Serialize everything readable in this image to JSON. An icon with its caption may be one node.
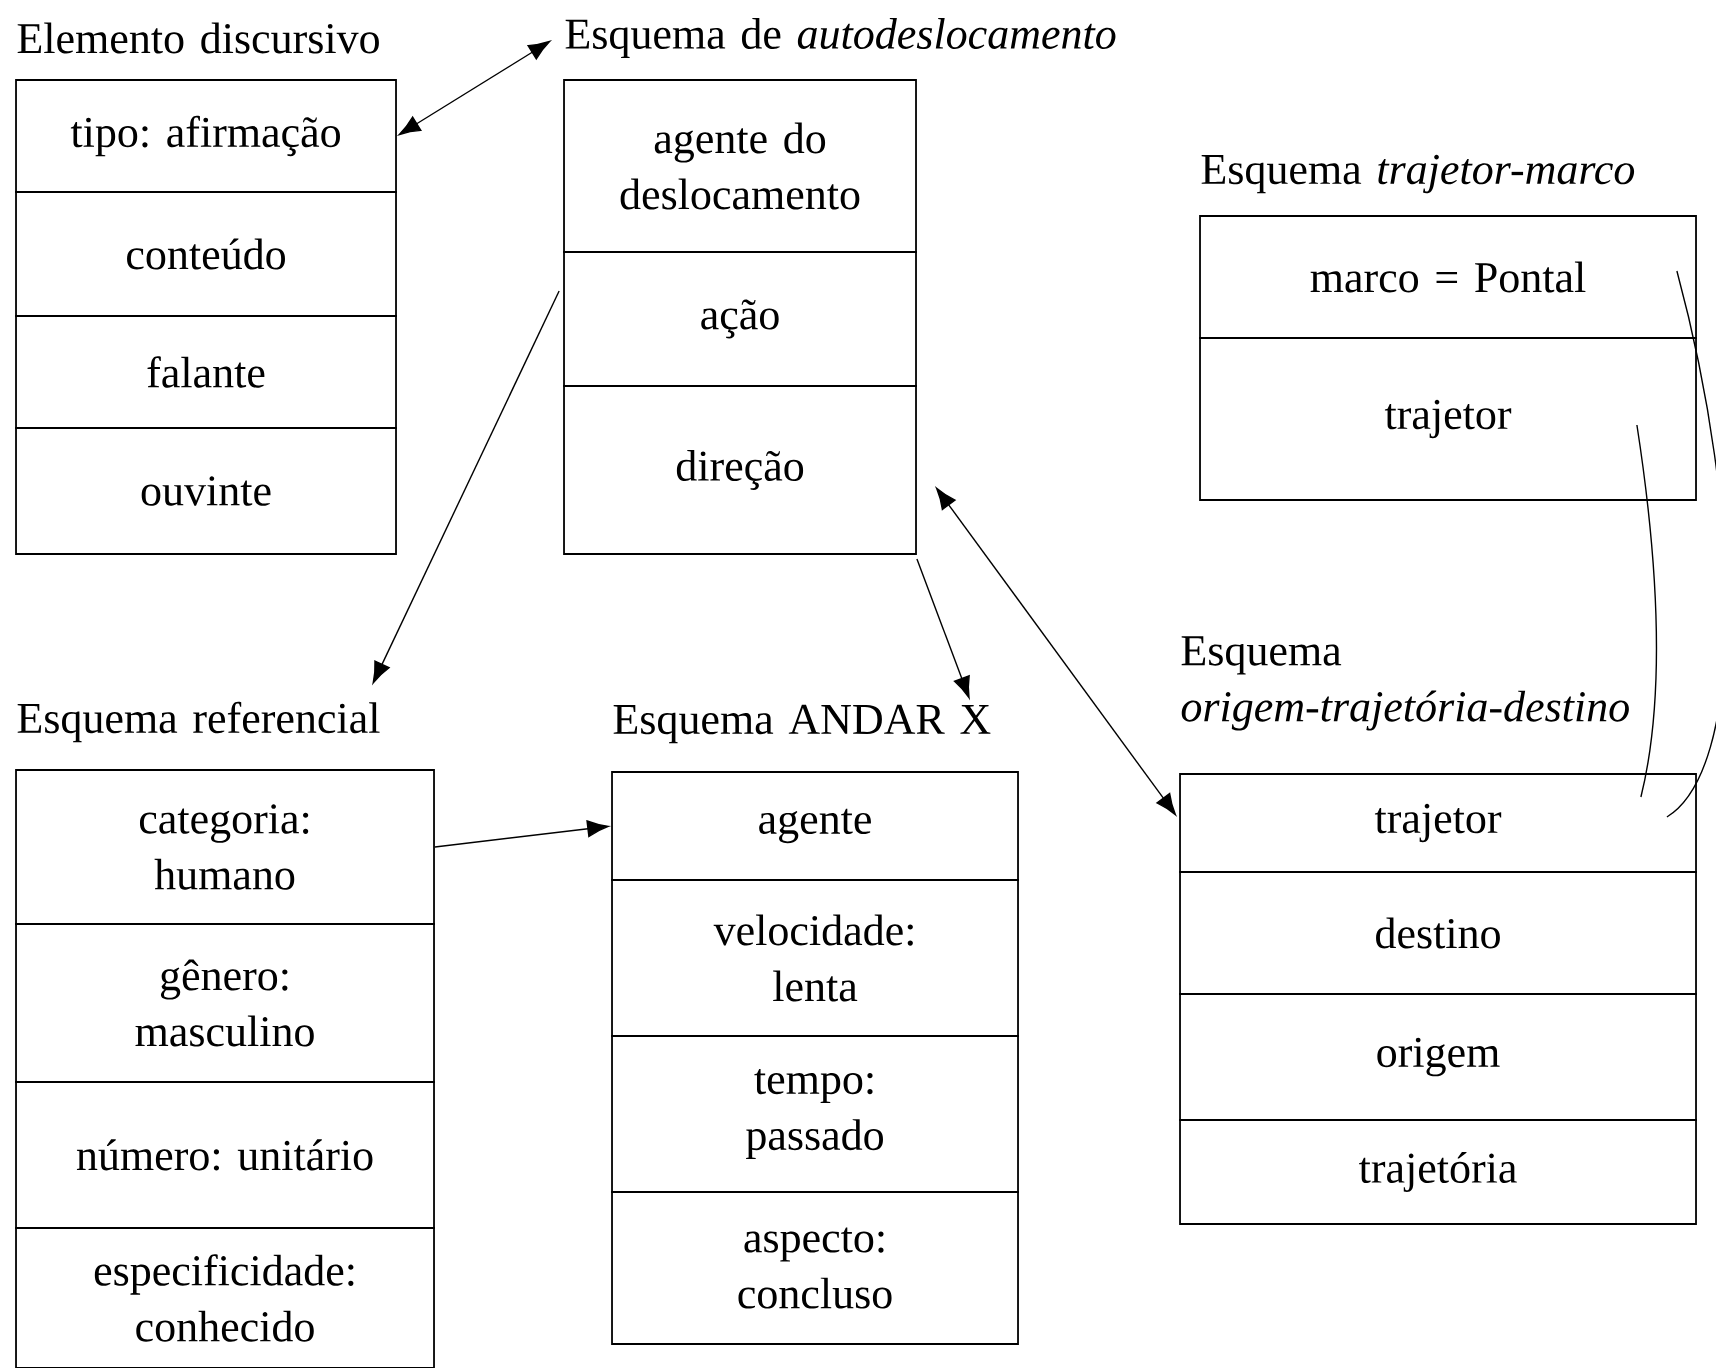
{
  "diagram": {
    "nodes": [
      {
        "text": [
          "Elemento discursivo"
        ]
      },
      {
        "text": [
          "tipo: afirmação"
        ],
        "in": 0
      },
      {
        "text": [
          "conteúdo"
        ],
        "in": 0
      },
      {
        "text": [
          "falante"
        ],
        "in": 0
      },
      {
        "text": [
          "ouvinte"
        ],
        "in": 0
      },
      {
        "text": [
          "Esquema de *autodeslocamento*"
        ]
      },
      {
        "text": [
          "agente do deslocamento"
        ],
        "in": 5
      },
      {
        "text": [
          "ação"
        ],
        "in": 5
      },
      {
        "text": [
          "direção"
        ],
        "in": 5
      },
      {
        "text": [
          "Esquema *trajetor-marco*"
        ]
      },
      {
        "text": [
          "marco = Pontal"
        ],
        "in": 9
      },
      {
        "text": [
          "trajetor"
        ],
        "in": 9
      },
      {
        "text": [
          "Esquema referencial"
        ]
      },
      {
        "text": [
          "categoria: humano"
        ],
        "in": 12
      },
      {
        "text": [
          "gênero: masculino"
        ],
        "in": 12
      },
      {
        "text": [
          "número: unitário"
        ],
        "in": 12
      },
      {
        "text": [
          "especificidade: conhecido"
        ],
        "in": 12
      },
      {
        "text": [
          "Esquema ANDAR X"
        ]
      },
      {
        "text": [
          "agente"
        ],
        "in": 17
      },
      {
        "text": [
          "velocidade: lenta"
        ],
        "in": 17
      },
      {
        "text": [
          "tempo: passado"
        ],
        "in": 17
      },
      {
        "text": [
          "aspecto: concluso"
        ],
        "in": 17
      },
      {
        "text": [
          "Esquema *origem-trajetória-destino*"
        ]
      },
      {
        "text": [
          "trajetor"
        ],
        "in": 22
      },
      {
        "text": [
          "destino"
        ],
        "in": 22
      },
      {
        "text": [
          "origem"
        ],
        "in": 22
      },
      {
        "text": [
          "trajetória"
        ],
        "in": 22
      }
    ],
    "edges": [
      {
        "from": 1,
        "to": 5,
        "arrow": "both"
      },
      {
        "from": 7,
        "to": 12,
        "arrow": "to"
      },
      {
        "from": 8,
        "to": 17,
        "arrow": "to"
      },
      {
        "from": 8,
        "to": 23,
        "arrow": "both"
      },
      {
        "from": 13,
        "to": 18,
        "arrow": "to"
      },
      {
        "from": 10,
        "to": 23,
        "arrow": "none"
      },
      {
        "from": 11,
        "to": 23,
        "arrow": "none"
      }
    ]
  }
}
